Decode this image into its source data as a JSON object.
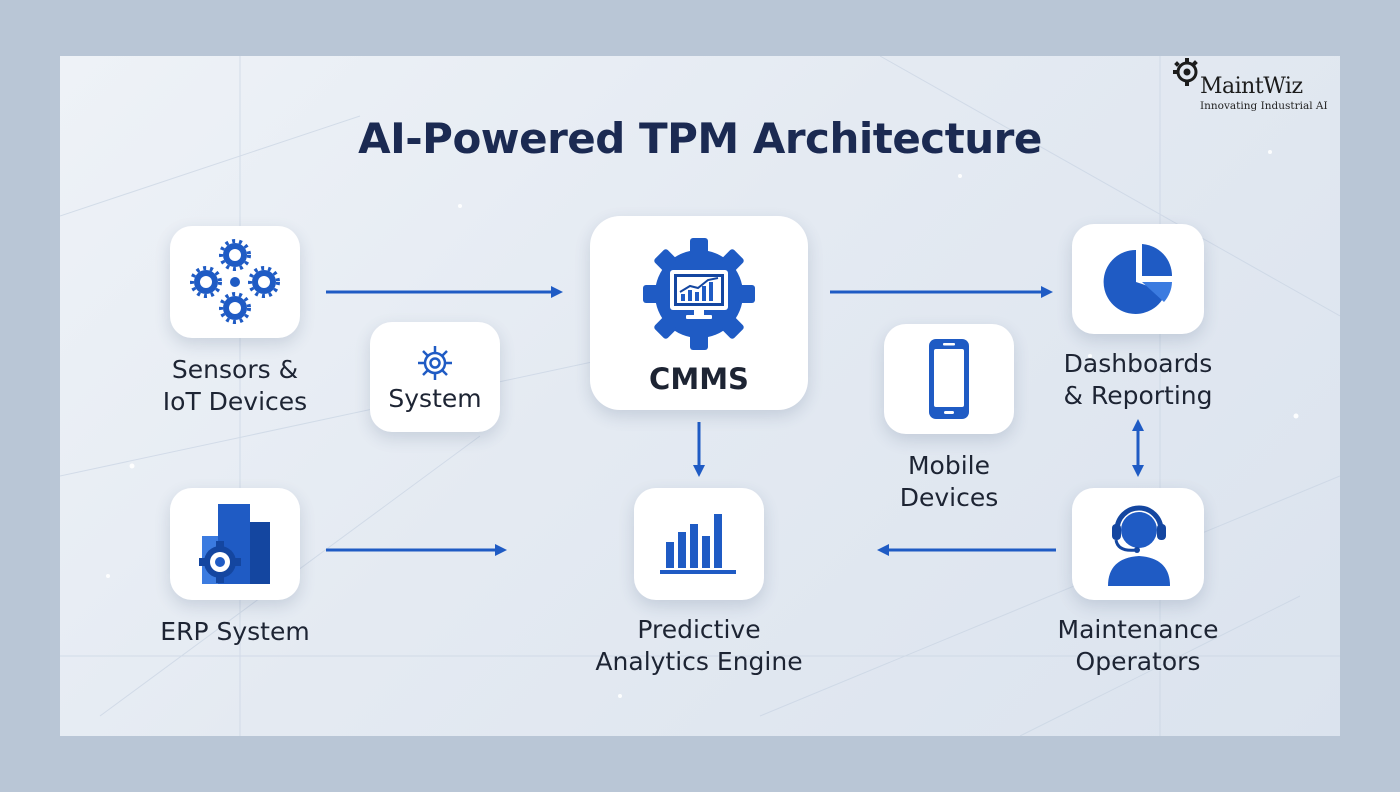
{
  "title": "AI-Powered TPM Architecture",
  "logo": {
    "name": "MaintWiz",
    "tagline": "Innovating Industrial AI"
  },
  "nodes": {
    "sensors": {
      "label_line1": "Sensors &",
      "label_line2": "IoT Devices",
      "icon": "gears-network-icon"
    },
    "system": {
      "label": "System",
      "icon": "gear-outline-icon"
    },
    "cmms": {
      "label": "CMMS",
      "icon": "gear-monitor-icon"
    },
    "dashboards": {
      "label_line1": "Dashboards",
      "label_line2": "& Reporting",
      "icon": "pie-chart-icon"
    },
    "mobile": {
      "label_line1": "Mobile",
      "label_line2": "Devices",
      "icon": "smartphone-icon"
    },
    "erp": {
      "label": "ERP System",
      "icon": "building-gear-icon"
    },
    "predictive": {
      "label_line1": "Predictive",
      "label_line2": "Analytics Engine",
      "icon": "bar-chart-icon"
    },
    "operators": {
      "label_line1": "Maintenance",
      "label_line2": "Operators",
      "icon": "operator-headset-icon"
    }
  },
  "colors": {
    "accent": "#1f5bc4",
    "accent_dark": "#1446a0",
    "title": "#1b2a52",
    "text": "#1d2433"
  }
}
